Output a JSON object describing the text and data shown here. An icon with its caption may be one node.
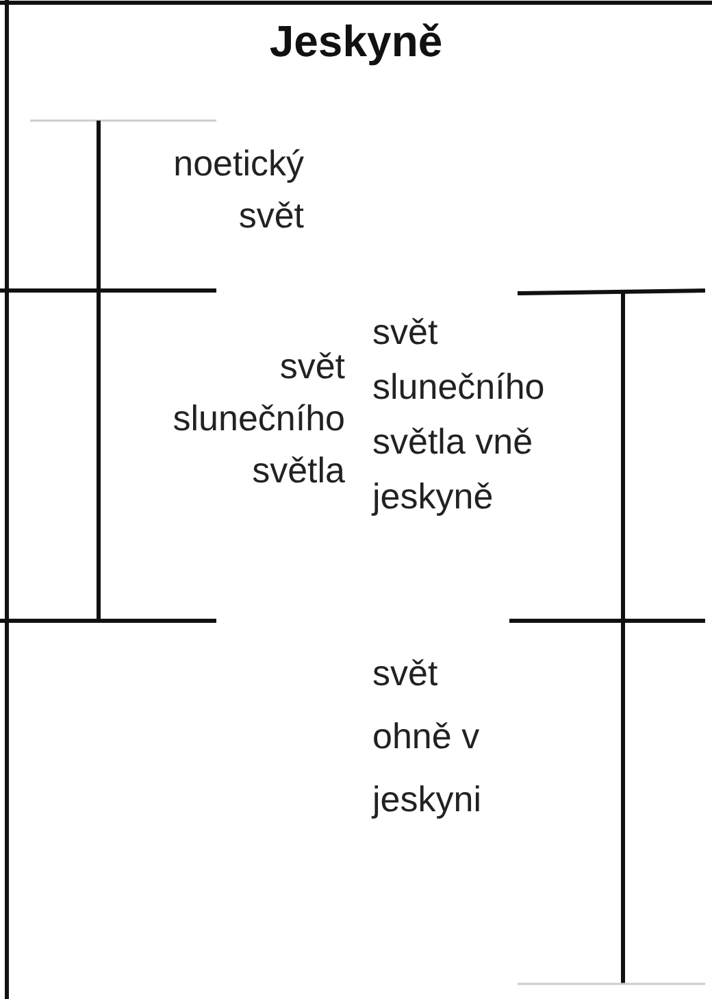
{
  "diagram": {
    "title": "Jeskyně",
    "labels": [
      "noetický svět",
      "svět slunečního světla",
      "svět slunečního světla vně jeskyně",
      "svět ohně v jeskyni"
    ]
  }
}
